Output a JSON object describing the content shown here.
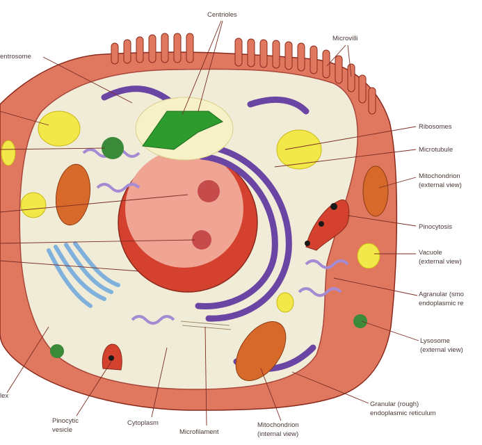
{
  "labels": {
    "centrioles": "Centrioles",
    "microvilli": "Microvilli",
    "centrosome": "entrosome",
    "ribosomes": "Ribosomes",
    "microtubule": "Microtubule",
    "mito_ext_1": "Mitochondrion",
    "mito_ext_2": "(external view)",
    "pinocytosis": "Pinocytosis",
    "vacuole_1": "Vacuole",
    "vacuole_2": "(external view)",
    "agranular_1": "Agranular (smo",
    "agranular_2": "endoplasmic re",
    "lysosome_1": "Lysosome",
    "lysosome_2": "(external view)",
    "granular_1": "Granular (rough)",
    "granular_2": "endoplasmic reticulum",
    "mito_int_1": "Mitochondrion",
    "mito_int_2": "(internal view)",
    "microfilament": "Microfilament",
    "cytoplasm": "Cytoplasm",
    "pinocytic_1": "Pinocytic",
    "pinocytic_2": "vesicle",
    "golgi_fragment": "lex"
  },
  "colors": {
    "membrane": "#e07860",
    "cytoplasm": "#f1ecd8",
    "nucleus": "#d5412f",
    "nucleoplasm": "#f0a493",
    "nucleolus": "#c64c4c",
    "er_rough": "#6b45a3",
    "er_smooth": "#a58bd3",
    "golgi": "#7fb1dc",
    "mitochondrion": "#d76a2a",
    "vacuole": "#f2e84a",
    "lysosome": "#3a8a3a",
    "centrosome": "#2e9b2e",
    "leader": "#7a2b20"
  }
}
